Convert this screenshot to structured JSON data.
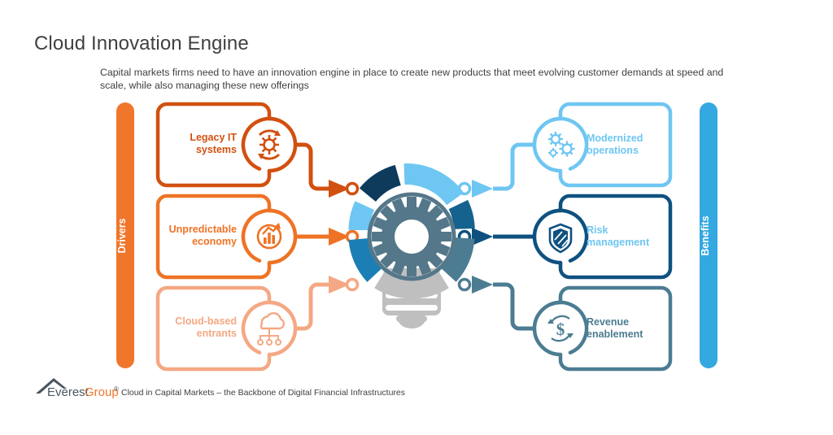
{
  "page": {
    "title": "Cloud Innovation Engine",
    "subtitle": "Capital markets firms need to have an innovation engine in place to create new products that meet evolving customer demands at speed and scale, while also managing these new offerings"
  },
  "colors": {
    "driver_dark_orange": "#D2500F",
    "driver_mid_orange": "#EE7325",
    "driver_light_orange": "#F4A883",
    "rail_orange": "#F0762B",
    "benefit_light_blue": "#6EC6F2",
    "benefit_dark_blue": "#0E5180",
    "benefit_slate_blue": "#4C7C92",
    "rail_blue": "#34A8E0",
    "benefit_label_blue": "#6EC6F2",
    "bulb_gray": "#BFBFBF",
    "gear_slate": "#55778A",
    "title_gray": "#404040"
  },
  "left_rail": {
    "label": "Drivers"
  },
  "right_rail": {
    "label": "Benefits"
  },
  "drivers": [
    {
      "label_line1": "Legacy IT",
      "label_line2": "systems",
      "icon": "gear-refresh-icon",
      "color": "#D2500F"
    },
    {
      "label_line1": "Unpredictable",
      "label_line2": "economy",
      "icon": "bar-chart-arrow-icon",
      "color": "#EE7325"
    },
    {
      "label_line1": "Cloud-based",
      "label_line2": "entrants",
      "icon": "cloud-network-icon",
      "color": "#F4A883"
    }
  ],
  "benefits": [
    {
      "label_line1": "Modernized",
      "label_line2": "operations",
      "icon": "gears-icon",
      "color": "#6EC6F2",
      "text_color": "#6EC6F2"
    },
    {
      "label_line1": "Risk",
      "label_line2": "management",
      "icon": "shield-icon",
      "color": "#0E5180",
      "text_color": "#6EC6F2"
    },
    {
      "label_line1": "Revenue",
      "label_line2": "enablement",
      "icon": "dollar-refresh-icon",
      "color": "#4C7C92",
      "text_color": "#4C7C92"
    }
  ],
  "center": {
    "icon": "lightbulb-gear-engine-icon",
    "ring_segments": [
      {
        "name": "top-left-navy",
        "color": "#0E3A5C"
      },
      {
        "name": "top-right-lightblue",
        "color": "#6EC6F2"
      },
      {
        "name": "right-upper-blue",
        "color": "#15628F"
      },
      {
        "name": "right-lower-slate",
        "color": "#4C7C92"
      },
      {
        "name": "bottom-gray",
        "color": "#BFBFBF"
      },
      {
        "name": "left-lower-blue",
        "color": "#1B7FB5"
      },
      {
        "name": "left-upper-lightblue",
        "color": "#6EC6F2"
      }
    ]
  },
  "footer": {
    "logo_primary": "Everest",
    "logo_secondary": "Group",
    "logo_registered": "®",
    "caption": "Cloud in Capital Markets – the Backbone of Digital Financial Infrastructures"
  }
}
